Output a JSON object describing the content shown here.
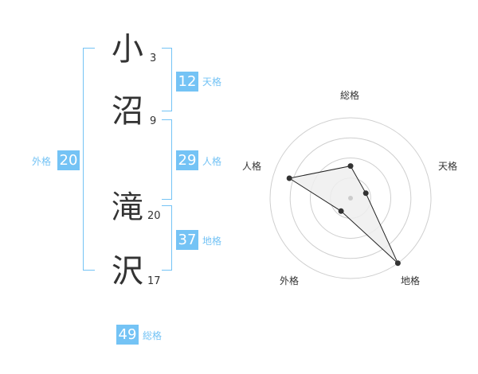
{
  "colors": {
    "accent": "#74c3f5",
    "text": "#333333",
    "grid": "#cfcfcf",
    "fill": "#efefef"
  },
  "name": {
    "chars": [
      {
        "char": "小",
        "strokes": "3"
      },
      {
        "char": "沼",
        "strokes": "9"
      },
      {
        "char": "滝",
        "strokes": "20"
      },
      {
        "char": "沢",
        "strokes": "17"
      }
    ]
  },
  "fortune": {
    "tenkaku": {
      "value": "12",
      "label": "天格"
    },
    "jinkaku": {
      "value": "29",
      "label": "人格"
    },
    "chikaku": {
      "value": "37",
      "label": "地格"
    },
    "gaikaku": {
      "value": "20",
      "label": "外格"
    },
    "soukaku": {
      "value": "49",
      "label": "総格"
    }
  },
  "chart_data": {
    "type": "radar",
    "axes": [
      "総格",
      "天格",
      "地格",
      "外格",
      "人格"
    ],
    "values": [
      2,
      1,
      5,
      1,
      4
    ],
    "max": 5,
    "rings": 4,
    "grid": true
  }
}
